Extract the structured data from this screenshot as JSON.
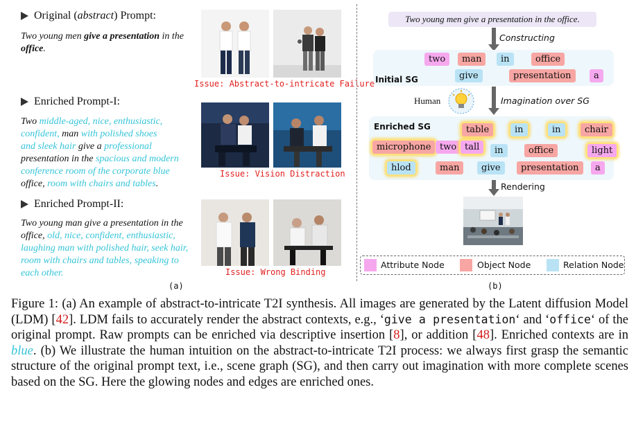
{
  "left": {
    "original": {
      "header_pre": "Original (",
      "header_em": "abstract",
      "header_post": ") Prompt:",
      "p1": "Two young men ",
      "p2": "give a presentation",
      "p3": " in the ",
      "p4": "office",
      "p5": ".",
      "issue": "Issue: Abstract-to-intricate Failure"
    },
    "enriched1": {
      "header": "Enriched Prompt-I:",
      "lines": [
        [
          {
            "t": "Two ",
            "e": false
          },
          {
            "t": "middle-aged, nice, enthusiastic,",
            "e": true
          }
        ],
        [
          {
            "t": "confident, ",
            "e": true
          },
          {
            "t": "man ",
            "e": false
          },
          {
            "t": "with polished shoes",
            "e": true
          }
        ],
        [
          {
            "t": "and sleek hair ",
            "e": true
          },
          {
            "t": "give a ",
            "e": false
          },
          {
            "t": "professional",
            "e": true
          }
        ],
        [
          {
            "t": "presentation in the ",
            "e": false
          },
          {
            "t": "spacious and modern",
            "e": true
          }
        ],
        [
          {
            "t": "conference room of the corporate blue",
            "e": true
          }
        ],
        [
          {
            "t": "office, ",
            "e": false
          },
          {
            "t": "room with chairs and tables",
            "e": true
          },
          {
            "t": ".",
            "e": false
          }
        ]
      ],
      "issue": "Issue: Vision Distraction"
    },
    "enriched2": {
      "header": "Enriched Prompt-II:",
      "lines": [
        [
          {
            "t": "Two young man give a presentation in the",
            "e": false
          }
        ],
        [
          {
            "t": "office, ",
            "e": false
          },
          {
            "t": "old, nice, confident, enthusiastic,",
            "e": true
          }
        ],
        [
          {
            "t": "laughing man with polished hair, seek hair,",
            "e": true
          }
        ],
        [
          {
            "t": "room with chairs and tables, speaking to",
            "e": true
          }
        ],
        [
          {
            "t": "each other.",
            "e": true
          }
        ]
      ],
      "issue": "Issue: Wrong Binding"
    },
    "label": "(a)"
  },
  "right": {
    "top_prompt": "Two young men give a presentation in the office.",
    "constructing": "Constructing",
    "initial_sg": "Initial SG",
    "human": "Human",
    "imagination": "Imagination over SG",
    "enriched_sg": "Enriched SG",
    "rendering": "Rendering",
    "initial_nodes": {
      "two": "two",
      "man": "man",
      "in": "in",
      "office": "office",
      "give": "give",
      "presentation": "presentation",
      "a": "a"
    },
    "enriched_nodes": {
      "table": "table",
      "in1": "in",
      "in2": "in",
      "chair": "chair",
      "microphone": "microphone",
      "two": "two",
      "tall": "tall",
      "in3": "in",
      "office": "office",
      "light": "light",
      "hlod": "hlod",
      "man": "man",
      "give": "give",
      "presentation": "presentation",
      "a": "a"
    },
    "legend": {
      "attribute": "Attribute Node",
      "object": "Object Node",
      "relation": "Relation Node"
    },
    "label": "(b)"
  },
  "caption": {
    "s1": "Figure 1: (a) An example of abstract-to-intricate T2I synthesis. All images are generated by the Latent diffusion Model (LDM) [",
    "r1": "42",
    "s2": "]. LDM fails to accurately render the abstract contexts, e.g., ‘",
    "m1": "give a presentation",
    "s3": "‘ and ‘",
    "m2": "office",
    "s4": "‘ of the original prompt. Raw prompts can be enriched via descriptive insertion [",
    "r2": "8",
    "s5": "], or addition [",
    "r3": "48",
    "s6": "]. Enriched contexts are in ",
    "blue": "blue",
    "s7": ". (b) We illustrate the human intuition on the abstract-to-intricate T2I process: we always first grasp the semantic structure of the original prompt text, i.e., scene graph (SG), and then carry out imagination with more complete scenes based on the SG. Here the glowing nodes and edges are enriched ones."
  }
}
